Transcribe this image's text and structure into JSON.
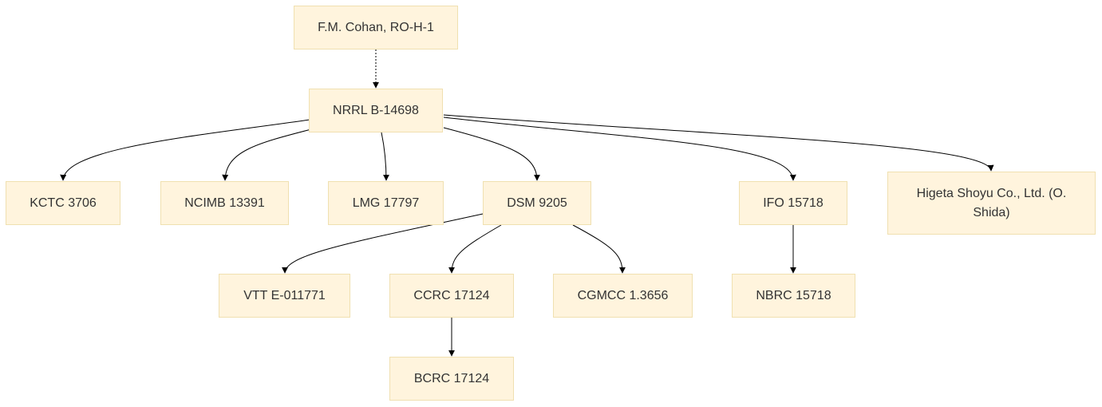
{
  "nodes": {
    "fm_cohan": "F.M. Cohan, RO-H-1",
    "nrrl": "NRRL B-14698",
    "kctc": "KCTC 3706",
    "ncimb": "NCIMB 13391",
    "lmg": "LMG 17797",
    "dsm": "DSM 9205",
    "ifo": "IFO 15718",
    "higeta": "Higeta Shoyu Co., Ltd. (O. Shida)",
    "vtt": "VTT E-011771",
    "ccrc": "CCRC 17124",
    "cgmcc": "CGMCC 1.3656",
    "nbrc": "NBRC 15718",
    "bcrc": "BCRC 17124"
  },
  "edges": [
    {
      "from": "fm_cohan",
      "to": "nrrl",
      "style": "dotted"
    },
    {
      "from": "nrrl",
      "to": "kctc"
    },
    {
      "from": "nrrl",
      "to": "ncimb"
    },
    {
      "from": "nrrl",
      "to": "lmg"
    },
    {
      "from": "nrrl",
      "to": "dsm"
    },
    {
      "from": "nrrl",
      "to": "ifo"
    },
    {
      "from": "nrrl",
      "to": "higeta"
    },
    {
      "from": "dsm",
      "to": "vtt"
    },
    {
      "from": "dsm",
      "to": "ccrc"
    },
    {
      "from": "dsm",
      "to": "cgmcc"
    },
    {
      "from": "ifo",
      "to": "nbrc"
    },
    {
      "from": "ccrc",
      "to": "bcrc"
    }
  ],
  "colors": {
    "node_fill": "#fff4dd",
    "node_border": "#f0e0b0",
    "edge": "#000000",
    "text": "#333333"
  }
}
